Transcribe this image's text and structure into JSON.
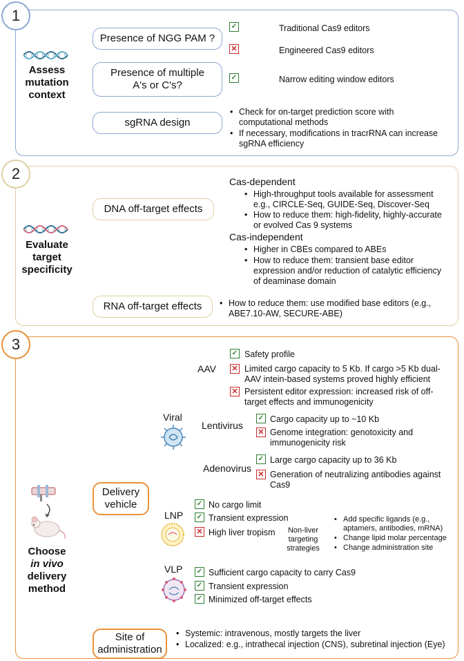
{
  "colors": {
    "panel1": "#8fa6d3",
    "panel2": "#e0cfa4",
    "panel3": "#e8913a",
    "check": "#2e7d32",
    "cross": "#c62828"
  },
  "panel1": {
    "number": "1",
    "title": [
      "Assess",
      "mutation",
      "context"
    ],
    "pam": {
      "label": "Presence of NGG PAM ?",
      "yes": "Traditional Cas9 editors",
      "no": "Engineered Cas9 editors"
    },
    "multiple": {
      "label": [
        "Presence of multiple",
        "A's or C's?"
      ],
      "yes": "Narrow editing window editors"
    },
    "sgrna": {
      "label": "sgRNA design",
      "bullets": [
        [
          "Check for on-target prediction score with",
          "computational methods"
        ],
        [
          "If necessary, modifications in tracrRNA can increase",
          "sgRNA efficiency"
        ]
      ]
    }
  },
  "panel2": {
    "number": "2",
    "title": [
      "Evaluate",
      "target",
      "specificity"
    ],
    "dna": {
      "label": "DNA off-target effects",
      "cas_dependent": {
        "title": "Cas-dependent",
        "bullets": [
          [
            "High-throughput tools available for assessment",
            "e.g., CIRCLE-Seq, GUIDE-Seq, Discover-Seq"
          ],
          [
            "How to reduce them: high-fidelity, highly-accurate",
            "or evolved Cas 9 systems"
          ]
        ]
      },
      "cas_independent": {
        "title": "Cas-independent",
        "bullets": [
          [
            "Higher in CBEs compared to ABEs"
          ],
          [
            "How to reduce them: transient base editor",
            "expression and/or reduction of catalytic efficiency",
            "of deaminase domain"
          ]
        ]
      }
    },
    "rna": {
      "label": "RNA off-target effects",
      "bullets": [
        [
          "How to reduce them: use modified base editors (e.g.,",
          "ABE7.10-AW, SECURE-ABE)"
        ]
      ]
    }
  },
  "panel3": {
    "number": "3",
    "title": {
      "line1": "Choose",
      "line2_italic": "in vivo",
      "line3": "delivery",
      "line4": "method"
    },
    "delivery_vehicle": [
      "Delivery",
      "vehicle"
    ],
    "viral": "Viral",
    "aav": {
      "label": "AAV",
      "items": [
        {
          "mark": "check",
          "lines": [
            "Safety profile"
          ]
        },
        {
          "mark": "cross",
          "lines": [
            "Limited cargo capacity to 5 Kb. If cargo >5 Kb dual-",
            "AAV intein-based systems proved highly efficient"
          ]
        },
        {
          "mark": "cross",
          "lines": [
            "Persistent editor expression: increased risk of off-",
            "target effects and immunogenicity"
          ]
        }
      ]
    },
    "lentivirus": {
      "label": "Lentivirus",
      "items": [
        {
          "mark": "check",
          "lines": [
            "Cargo capacity up to ~10 Kb"
          ]
        },
        {
          "mark": "cross",
          "lines": [
            "Genome integration: genotoxicity and",
            "immunogenicity risk"
          ]
        }
      ]
    },
    "adenovirus": {
      "label": "Adenovirus",
      "items": [
        {
          "mark": "check",
          "lines": [
            "Large cargo capacity up to 36 Kb"
          ]
        },
        {
          "mark": "cross",
          "lines": [
            "Generation of neutralizing antibodies against",
            "Cas9"
          ]
        }
      ]
    },
    "lnp": {
      "label": "LNP",
      "items": [
        {
          "mark": "check",
          "lines": [
            "No cargo limit"
          ]
        },
        {
          "mark": "check",
          "lines": [
            "Transient expression"
          ]
        },
        {
          "mark": "cross",
          "lines": [
            "High liver tropism"
          ]
        }
      ],
      "arrow_label": [
        "Non-liver",
        "targeting",
        "strategies"
      ],
      "strategies": [
        [
          "Add specific ligands (e.g.,",
          "aptamers, antibodies, mRNA)"
        ],
        [
          "Change lipid molar percentage"
        ],
        [
          "Change administration site"
        ]
      ]
    },
    "vlp": {
      "label": "VLP",
      "items": [
        {
          "mark": "check",
          "lines": [
            "Sufficient cargo capacity to carry Cas9"
          ]
        },
        {
          "mark": "check",
          "lines": [
            "Transient expression"
          ]
        },
        {
          "mark": "check",
          "lines": [
            "Minimized off-target effects"
          ]
        }
      ]
    },
    "site": {
      "label": [
        "Site of",
        "administration"
      ],
      "bullets": [
        [
          "Systemic: intravenous, mostly targets the liver"
        ],
        [
          "Localized: e.g., intrathecal injection (CNS), subretinal injection (Eye)"
        ]
      ]
    }
  },
  "icons": [
    "dna-helix-icon",
    "dna-helix-icon",
    "mouse-injection-icon",
    "virus-icon",
    "lnp-icon",
    "vlp-icon",
    "check-icon",
    "cross-icon"
  ]
}
